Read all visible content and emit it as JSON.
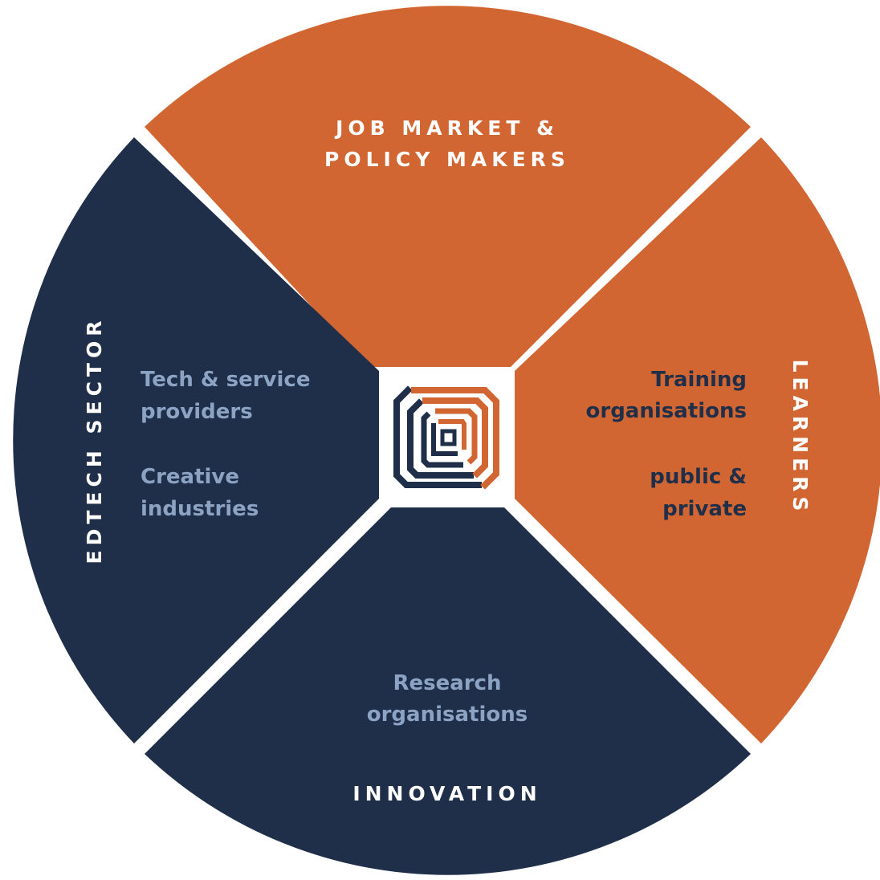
{
  "colors": {
    "orange": "#D26632",
    "navy": "#1F2F49",
    "light_blue_text": "#8CA3C4",
    "dark_text": "#1F2F49",
    "white": "#FFFFFF"
  },
  "quadrants": {
    "top": {
      "title_lines": [
        "JOB MARKET &",
        "POLICY MAKERS"
      ]
    },
    "right": {
      "title": "LEARNERS",
      "items": [
        [
          "Training",
          "organisations"
        ],
        [
          "public &",
          "private"
        ]
      ]
    },
    "bottom": {
      "title": "INNOVATION",
      "items": [
        [
          "Research",
          "organisations"
        ]
      ]
    },
    "left": {
      "title": "EDTECH SECTOR",
      "items": [
        [
          "Tech & service",
          "providers"
        ],
        [
          "Creative",
          "industries"
        ]
      ]
    }
  },
  "center": {
    "logo_icon": "concentric-square-logo-icon"
  }
}
